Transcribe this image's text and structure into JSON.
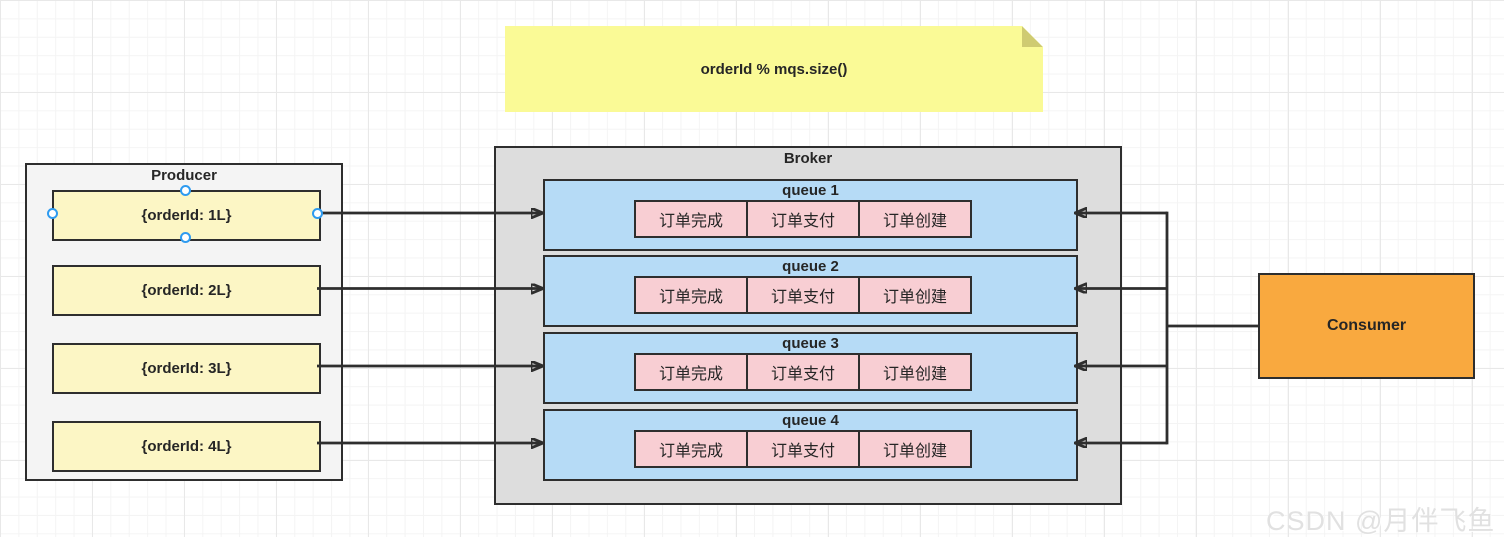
{
  "note": {
    "text": "orderId % mqs.size()"
  },
  "producer": {
    "title": "Producer",
    "messages": [
      {
        "label": "{orderId: 1L}",
        "selected": true
      },
      {
        "label": "{orderId: 2L}",
        "selected": false
      },
      {
        "label": "{orderId: 3L}",
        "selected": false
      },
      {
        "label": "{orderId: 4L}",
        "selected": false
      }
    ]
  },
  "broker": {
    "title": "Broker",
    "queues": [
      {
        "title": "queue 1",
        "cells": [
          "订单完成",
          "订单支付",
          "订单创建"
        ]
      },
      {
        "title": "queue 2",
        "cells": [
          "订单完成",
          "订单支付",
          "订单创建"
        ]
      },
      {
        "title": "queue 3",
        "cells": [
          "订单完成",
          "订单支付",
          "订单创建"
        ]
      },
      {
        "title": "queue 4",
        "cells": [
          "订单完成",
          "订单支付",
          "订单创建"
        ]
      }
    ]
  },
  "consumer": {
    "label": "Consumer"
  },
  "watermark": {
    "text": "CSDN @月伴飞鱼"
  },
  "colors": {
    "stroke": "#2E2E2E",
    "note_fill": "#FAFA96",
    "note_fold": "#CFCB72",
    "producer_fill": "#F4F4F4",
    "message_fill": "#FCF6C5",
    "broker_fill": "#DDDDDD",
    "queue_fill": "#B6DBF6",
    "cell_fill": "#F8CED3",
    "consumer_fill": "#F9A93F",
    "selection_handle": "#2E9BF0",
    "watermark_text": "#E1E1E1"
  }
}
